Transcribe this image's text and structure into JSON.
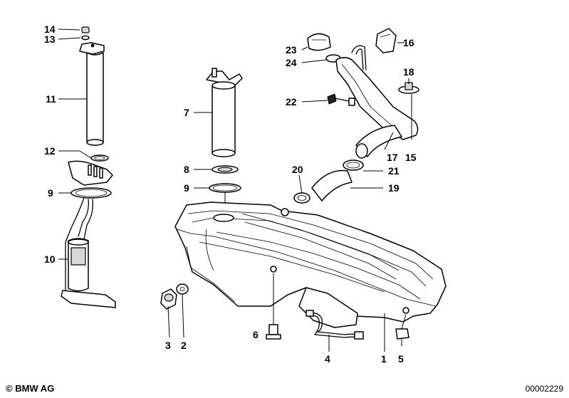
{
  "diagram": {
    "callouts": {
      "c1": "1",
      "c2": "2",
      "c3": "3",
      "c4": "4",
      "c5": "5",
      "c6": "6",
      "c7": "7",
      "c8": "8",
      "c9a": "9",
      "c9b": "9",
      "c10": "10",
      "c11": "11",
      "c12": "12",
      "c13": "13",
      "c14": "14",
      "c15": "15",
      "c16": "16",
      "c17": "17",
      "c18": "18",
      "c19": "19",
      "c20": "20",
      "c21": "21",
      "c22": "22",
      "c23": "23",
      "c24": "24"
    }
  },
  "footer": {
    "copyright": "© BMW AG",
    "doc_number": "00002229"
  }
}
